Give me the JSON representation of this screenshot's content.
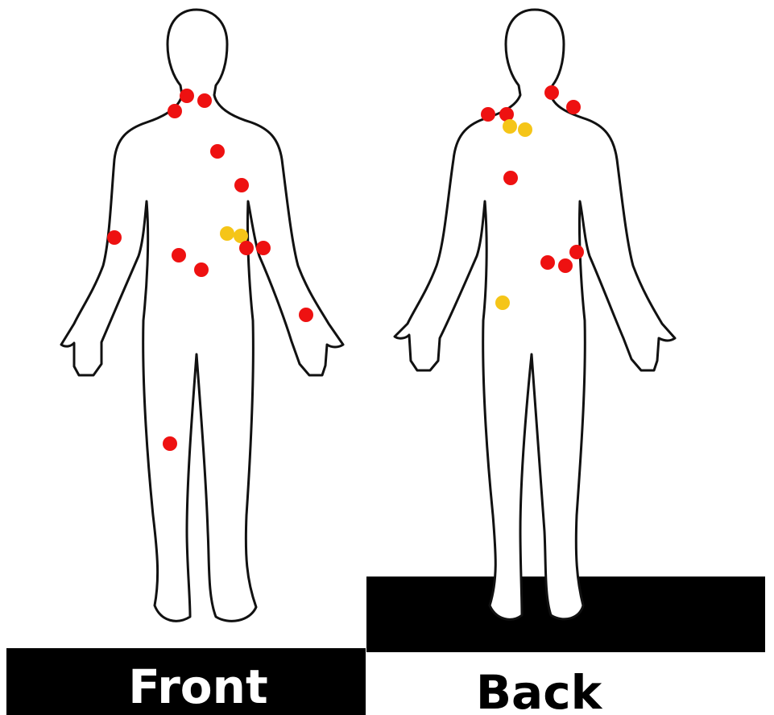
{
  "colors": {
    "background": "#ffffff",
    "outline": "#111111",
    "block": "#000000",
    "severe_marker": "#ee1111",
    "mild_marker": "#f5c518",
    "front_label": "#ffffff",
    "back_label": "#000000"
  },
  "views": {
    "front": {
      "label": "Front"
    },
    "back": {
      "label": "Back"
    }
  },
  "markers": {
    "front": [
      {
        "region": "neck-right",
        "level": "severe"
      },
      {
        "region": "neck-center",
        "level": "severe"
      },
      {
        "region": "neck-left",
        "level": "severe"
      },
      {
        "region": "upper-chest-left",
        "level": "severe"
      },
      {
        "region": "chest-left",
        "level": "severe"
      },
      {
        "region": "upper-arm-right",
        "level": "severe"
      },
      {
        "region": "abdomen-left-1",
        "level": "mild"
      },
      {
        "region": "abdomen-left-2",
        "level": "mild"
      },
      {
        "region": "flank-left-1",
        "level": "severe"
      },
      {
        "region": "flank-left-2",
        "level": "severe"
      },
      {
        "region": "abdomen-center-1",
        "level": "severe"
      },
      {
        "region": "abdomen-center-2",
        "level": "severe"
      },
      {
        "region": "wrist-left",
        "level": "severe"
      },
      {
        "region": "knee-right",
        "level": "severe"
      }
    ],
    "back": [
      {
        "region": "shoulder-left-1",
        "level": "severe"
      },
      {
        "region": "shoulder-left-2",
        "level": "severe"
      },
      {
        "region": "upper-back-left-1",
        "level": "mild"
      },
      {
        "region": "upper-back-left-2",
        "level": "mild"
      },
      {
        "region": "neck-back",
        "level": "severe"
      },
      {
        "region": "shoulder-right",
        "level": "severe"
      },
      {
        "region": "mid-back",
        "level": "severe"
      },
      {
        "region": "lower-back-right-1",
        "level": "severe"
      },
      {
        "region": "lower-back-right-2",
        "level": "severe"
      },
      {
        "region": "lower-back-right-3",
        "level": "severe"
      },
      {
        "region": "buttock-left",
        "level": "mild"
      }
    ]
  }
}
